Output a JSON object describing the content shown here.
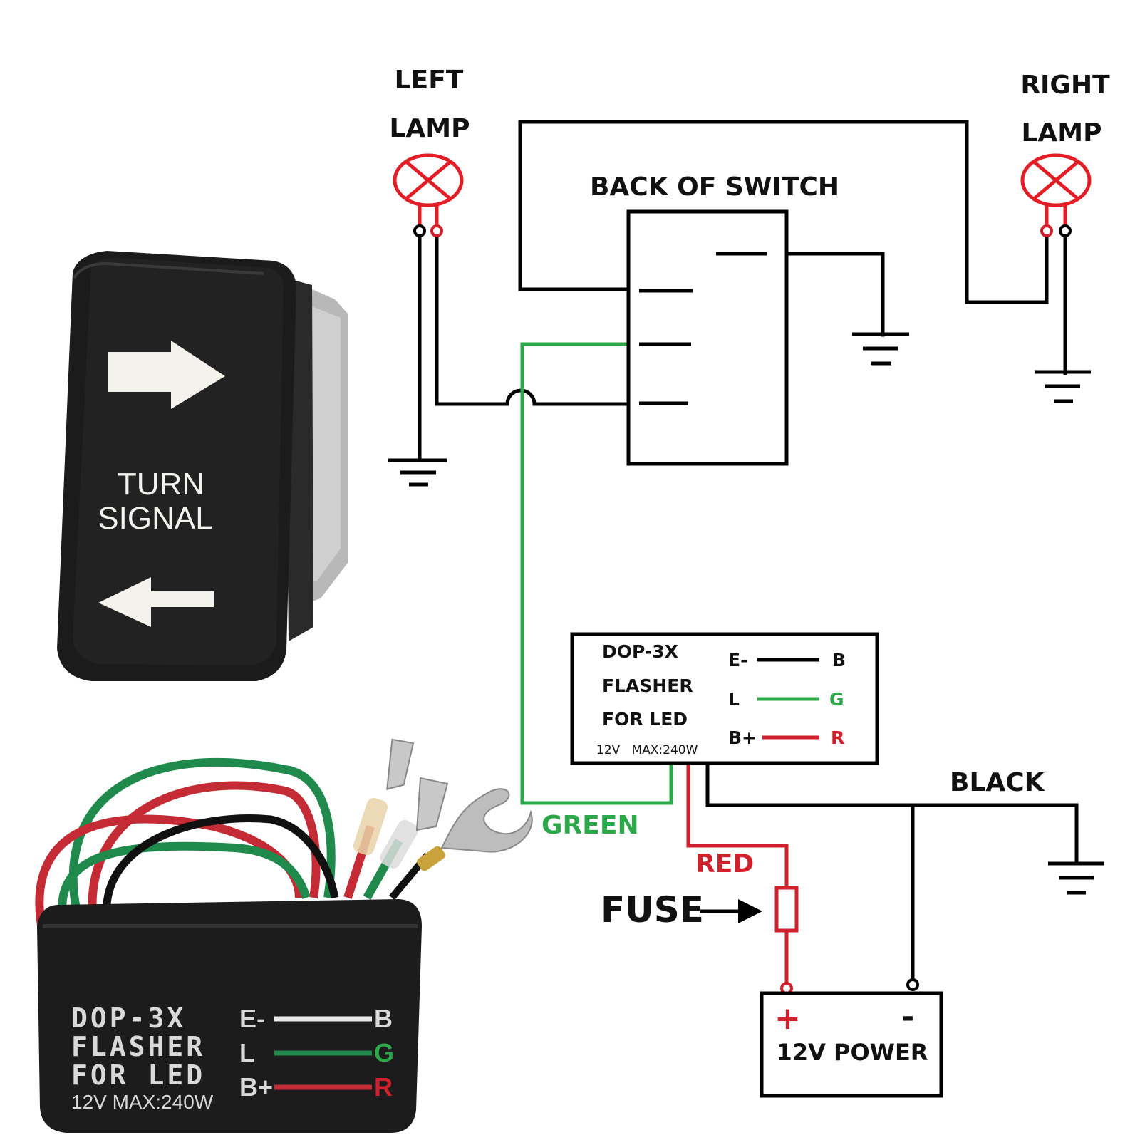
{
  "labels": {
    "left_lamp_line1": "LEFT",
    "left_lamp_line2": "LAMP",
    "right_lamp_line1": "RIGHT",
    "right_lamp_line2": "LAMP",
    "back_of_switch": "BACK OF SWITCH",
    "green": "GREEN",
    "red": "RED",
    "black": "BLACK",
    "fuse": "FUSE",
    "power": "12V POWER",
    "plus": "+",
    "minus": "-"
  },
  "flasher_box": {
    "line1": "DOP-3X",
    "line2": "FLASHER",
    "line3": "FOR LED",
    "rating": "12V   MAX:240W",
    "pins": [
      {
        "left": "E-",
        "right": "B"
      },
      {
        "left": "L",
        "right": "G"
      },
      {
        "left": "B+",
        "right": "R"
      }
    ]
  },
  "switch_photo": {
    "line1": "TURN",
    "line2": "SIGNAL"
  },
  "flasher_photo": {
    "line1": "DOP-3X",
    "line2": "FLASHER",
    "line3": "FOR LED",
    "rating": "12V MAX:240W",
    "pins": [
      {
        "left": "E-",
        "right": "B"
      },
      {
        "left": "L",
        "right": "G"
      },
      {
        "left": "B+",
        "right": "R"
      }
    ]
  },
  "colors": {
    "wire_black": "#000000",
    "wire_green": "#2ca84a",
    "wire_red": "#d0202c",
    "lamp_red": "#e21d25",
    "label_green": "#2ca84a",
    "label_red": "#d0202c"
  }
}
